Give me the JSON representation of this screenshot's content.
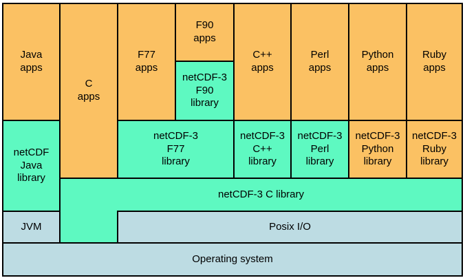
{
  "palette": {
    "apps": "#fbc163",
    "lib": "#5ef9c1",
    "sys": "#bddce3",
    "border": "#000000",
    "text": "#000000"
  },
  "blocks": {
    "java_apps": {
      "label": "Java\napps"
    },
    "c_apps": {
      "label": "C\napps"
    },
    "f77_apps": {
      "label": "F77\napps"
    },
    "f90_apps": {
      "label": "F90\napps"
    },
    "f90_lib": {
      "label": "netCDF-3\nF90\nlibrary"
    },
    "cpp_apps": {
      "label": "C++\napps"
    },
    "perl_apps": {
      "label": "Perl\napps"
    },
    "python_apps": {
      "label": "Python\napps"
    },
    "ruby_apps": {
      "label": "Ruby\napps"
    },
    "java_lib": {
      "label": "netCDF\nJava\nlibrary"
    },
    "f77_lib": {
      "label": "netCDF-3\nF77\nlibrary"
    },
    "cpp_lib": {
      "label": "netCDF-3\nC++\nlibrary"
    },
    "perl_lib": {
      "label": "netCDF-3\nPerl\nlibrary"
    },
    "python_lib": {
      "label": "netCDF-3\nPython\nlibrary"
    },
    "ruby_lib": {
      "label": "netCDF-3\nRuby\nlibrary"
    },
    "c_lib": {
      "label": "netCDF-3 C library"
    },
    "jvm": {
      "label": "JVM"
    },
    "posix": {
      "label": "Posix I/O"
    },
    "os": {
      "label": "Operating system"
    }
  }
}
